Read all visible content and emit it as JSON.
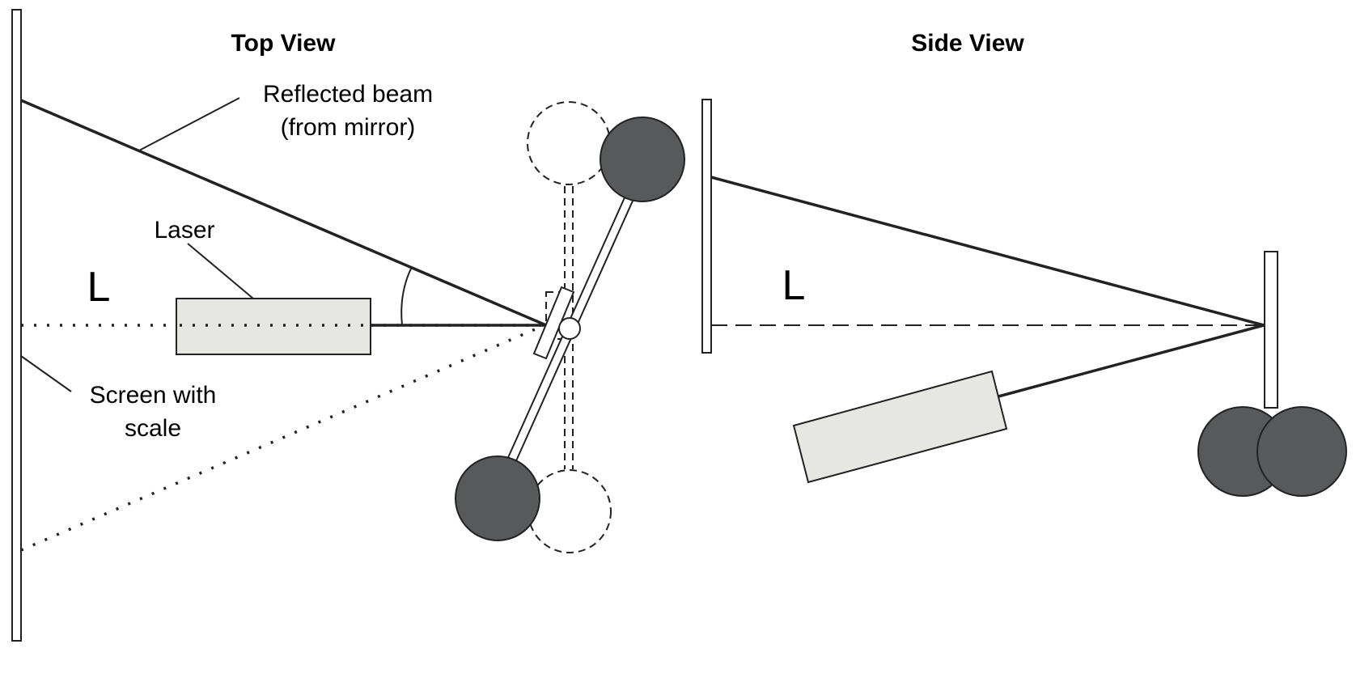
{
  "top_view": {
    "title": "Top View",
    "reflected_beam_label_line1": "Reflected beam",
    "reflected_beam_label_line2": "(from mirror)",
    "laser_label": "Laser",
    "distance_label": "L",
    "screen_label_line1": "Screen with",
    "screen_label_line2": "scale"
  },
  "side_view": {
    "title": "Side View",
    "distance_label": "L"
  },
  "colors": {
    "line": "#222222",
    "laser_fill": "#e6e6e3",
    "mass_fill": "#58595b"
  }
}
